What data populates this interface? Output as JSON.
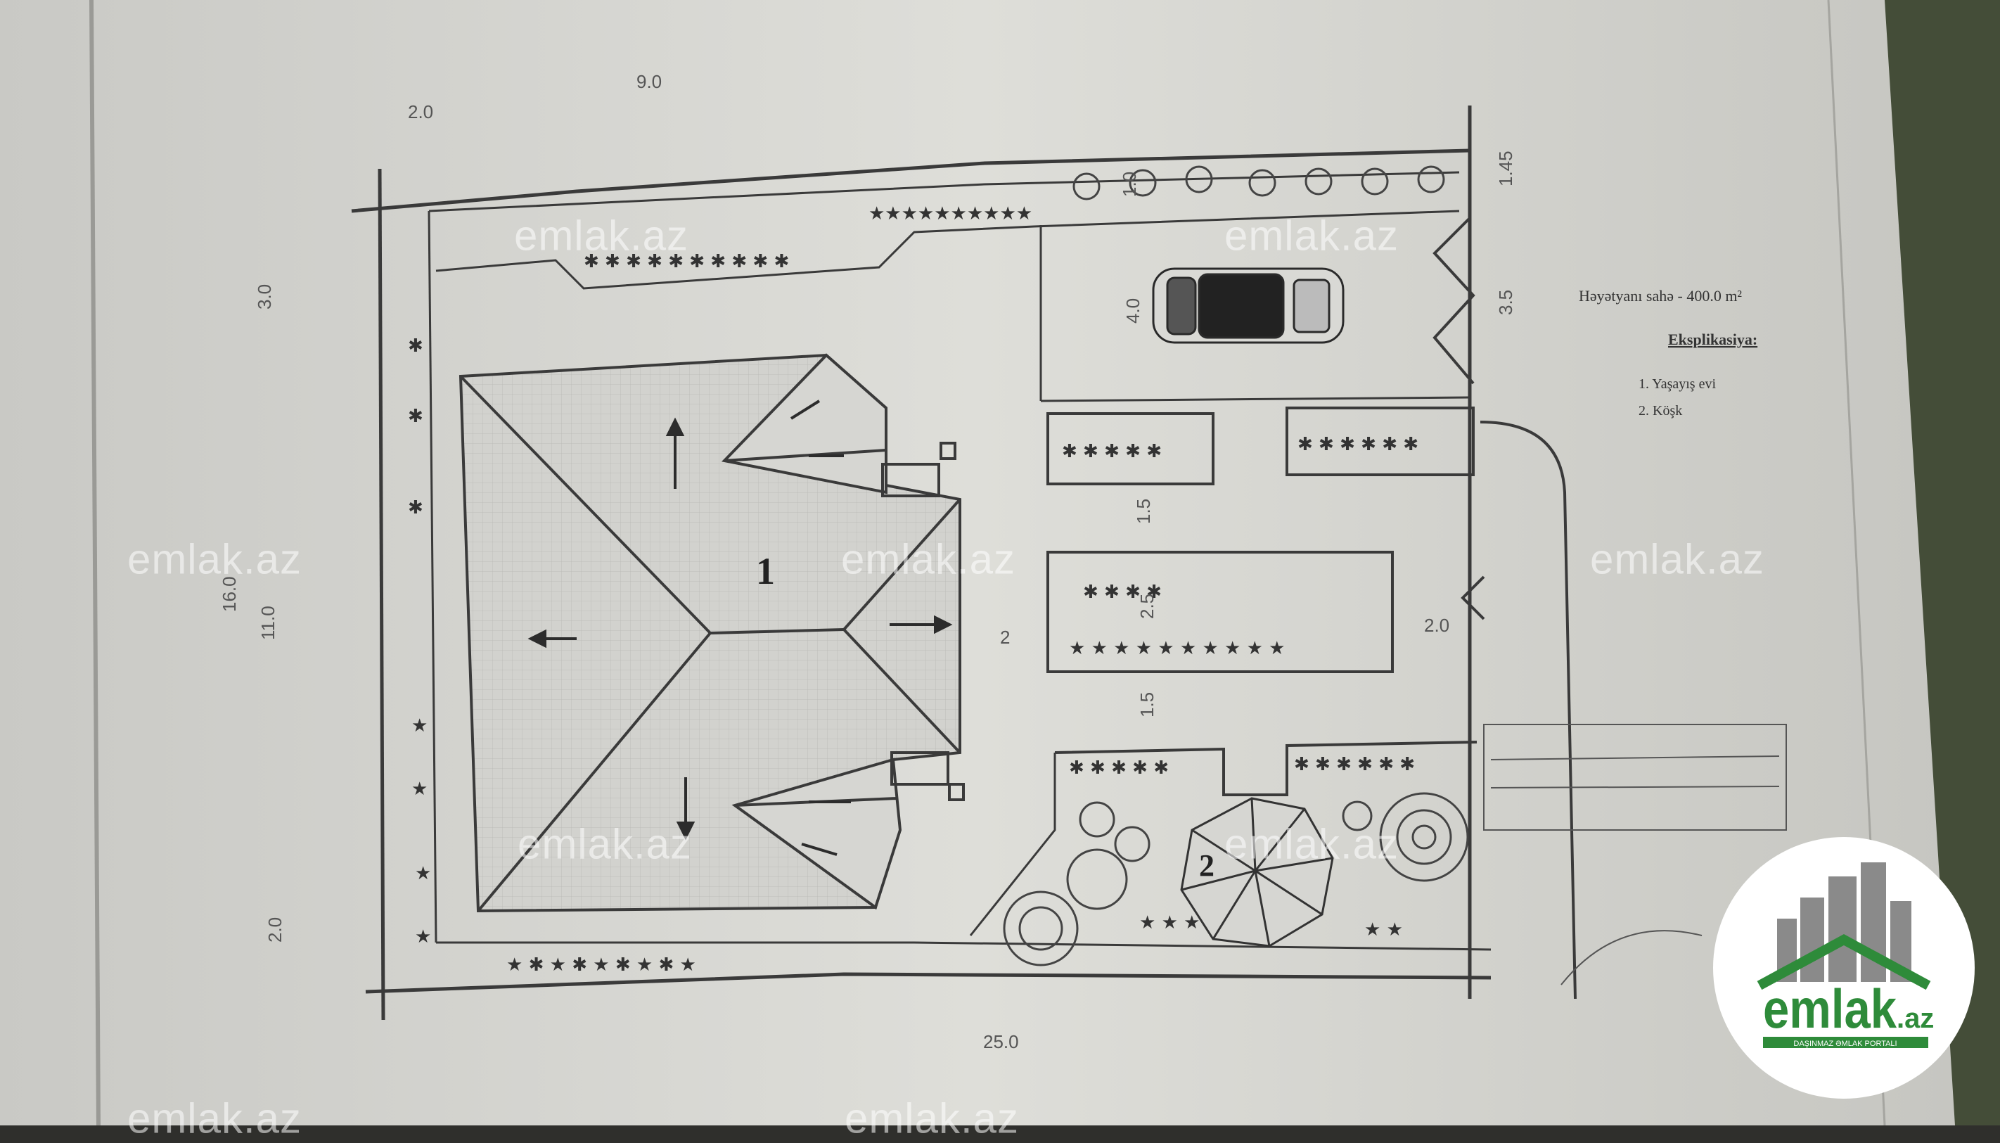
{
  "watermark": "emlak.az",
  "legend": {
    "area_text": "Həyətyanı sahə  -  400.0 m²",
    "heading": "Eksplikasiya:",
    "items": [
      "1. Yaşayış evi",
      "2. Köşk"
    ]
  },
  "building_labels": {
    "house": "1",
    "gazebo": "2"
  },
  "dimensions": {
    "top_2": "2.0",
    "top_9": "9.0",
    "left_30": "3.0",
    "left_160": "16.0",
    "left_110": "11.0",
    "left_20": "2.0",
    "bottom_250": "25.0",
    "strip_10": "1.0",
    "right_145": "1.45",
    "right_35": "3.5",
    "parking_40": "4.0",
    "path_15a": "1.5",
    "path_15b": "1.5",
    "bed_25": "2.5",
    "mid_2": "2",
    "right_20": "2.0"
  },
  "logo": {
    "brand": "emlak",
    "suffix": ".az",
    "tagline": "DAŞINMAZ ƏMLAK PORTALI"
  },
  "colors": {
    "paper": "#dcdcd8",
    "line": "#3a3a3a",
    "logo_green": "#2e8b3a",
    "logo_gray": "#8a8a8a"
  }
}
